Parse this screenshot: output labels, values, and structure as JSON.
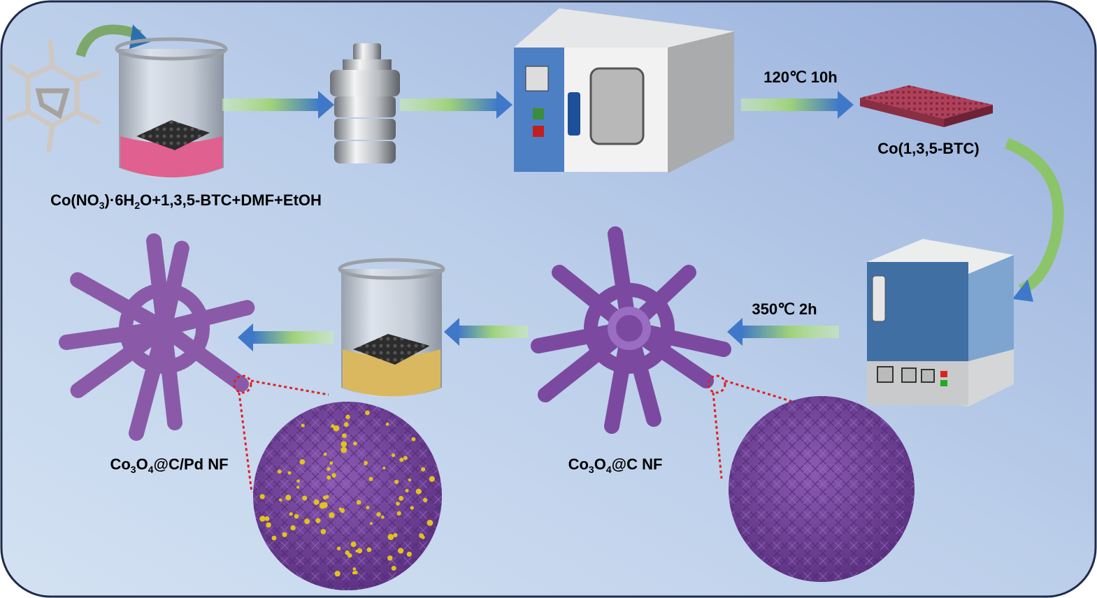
{
  "colors": {
    "background_light": "#cdddf0",
    "background_dark": "#9fb6de",
    "border": "#1f2b4a",
    "arrow_green": "#9fd27a",
    "arrow_blue": "#3f78c8",
    "precursor_solution": "#e0608f",
    "pd_solution": "#d9b860",
    "mof_plate": "#b0405a",
    "nanoflower_purple": "#7b4aa0",
    "pd_particles": "#e2c21c",
    "zoom_marker": "#e02020"
  },
  "icons": [
    "btc-molecule-icon",
    "beaker-icon",
    "autoclave-icon",
    "drying-oven-icon",
    "muffle-furnace-icon",
    "nanoflower-icon",
    "sphere-icon"
  ],
  "labels": {
    "precursor": {
      "p1": "Co(NO",
      "s1": "3",
      "p2": ")·6H",
      "s2": "2",
      "p3": "O+1,3,5-BTC+DMF+EtOH"
    },
    "oven_condition": "120℃ 10h",
    "mof": "Co(1,3,5-BTC)",
    "calcination_condition": "350℃ 2h",
    "co3o4_c": {
      "p1": "Co",
      "s1": "3",
      "p2": "O",
      "s2": "4",
      "p3": "@C NF"
    },
    "co3o4_c_pd": {
      "p1": "Co",
      "s1": "3",
      "p2": "O",
      "s2": "4",
      "p3": "@C/Pd NF"
    }
  }
}
